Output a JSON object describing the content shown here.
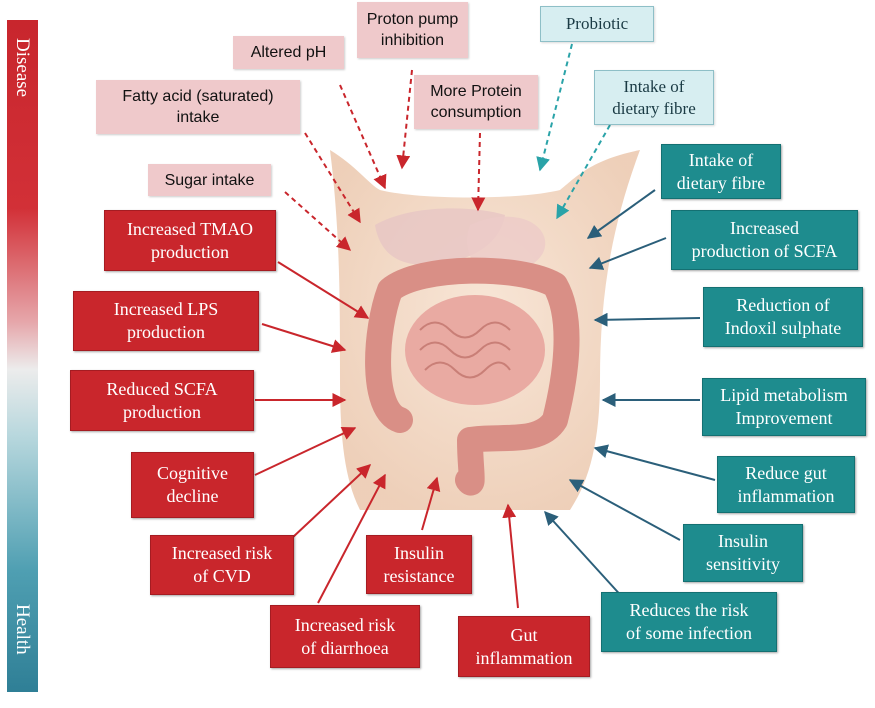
{
  "colors": {
    "disease": "#c9262c",
    "health": "#1e8c8e",
    "dietary_factor": "#efc9cb",
    "beneficial_factor": "#d7eef1"
  },
  "gradient_bar": {
    "top_label": "Disease",
    "bottom_label": "Health"
  },
  "top_factors": {
    "altered_ph": "Altered pH",
    "proton_pump": "Proton pump\ninhibition",
    "fatty_acid": "Fatty acid (saturated)\nintake",
    "protein": "More Protein\nconsumption",
    "sugar": "Sugar intake",
    "probiotic": "Probiotic",
    "dietary_fibre_top": "Intake of\ndietary fibre"
  },
  "disease_effects": {
    "tmao": "Increased TMAO\nproduction",
    "lps": "Increased LPS\nproduction",
    "scfa_reduced": "Reduced SCFA\nproduction",
    "cognitive": "Cognitive\ndecline",
    "cvd": "Increased risk\nof CVD",
    "insulin_resistance": "Insulin\nresistance",
    "diarrhoea": "Increased risk\nof diarrhoea",
    "gut_inflammation": "Gut\ninflammation"
  },
  "health_effects": {
    "dietary_fibre": "Intake of\ndietary fibre",
    "scfa_increased": "Increased\nproduction of SCFA",
    "indoxil": "Reduction of\nIndoxil sulphate",
    "lipid": "Lipid metabolism\nImprovement",
    "gut_inflammation": "Reduce gut\ninflammation",
    "insulin_sensitivity": "Insulin\nsensitivity",
    "infection": "Reduces the risk\nof some infection"
  }
}
